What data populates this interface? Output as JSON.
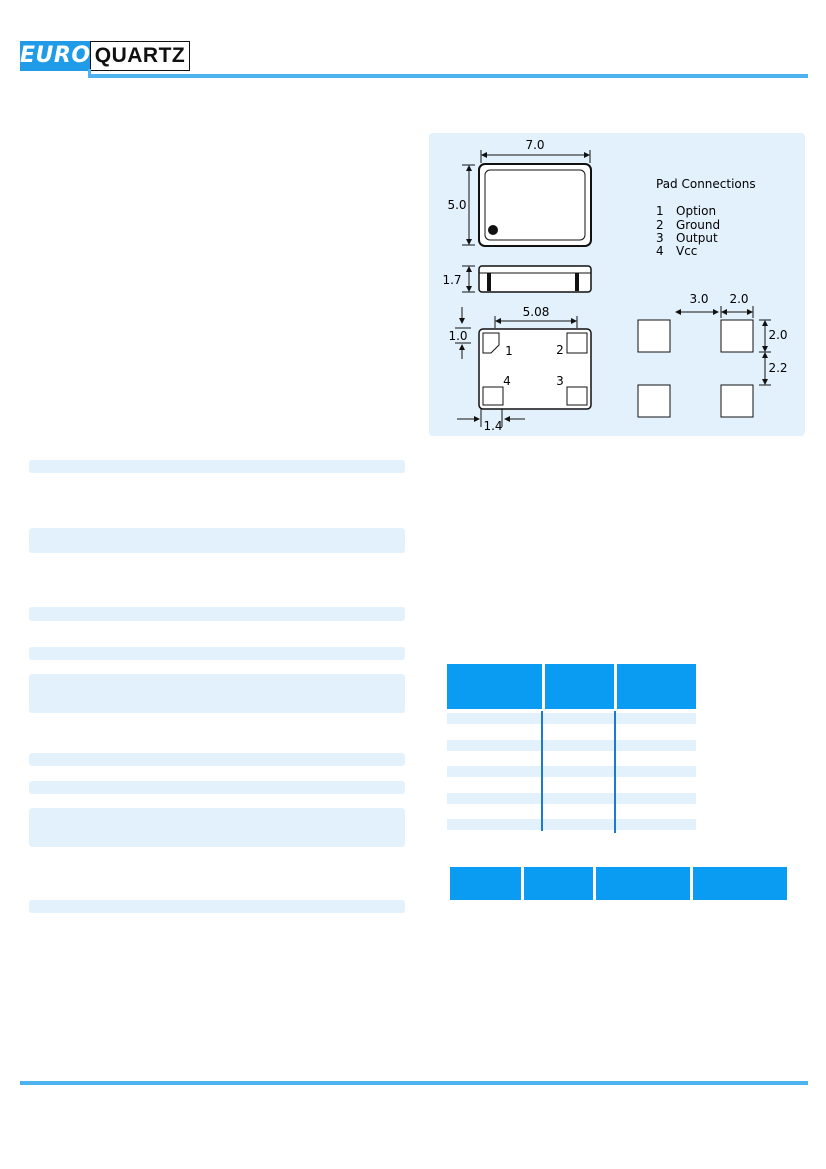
{
  "brand": {
    "part1": "EURO",
    "part2": "QUARTZ"
  },
  "diagram": {
    "dim_width": "7.0",
    "dim_height": "5.0",
    "dim_thickness": "1.7",
    "dim_pad_pitch": "5.08",
    "dim_pad_offset": "1.0",
    "dim_pad_width": "1.4",
    "pad_numbers": [
      "1",
      "2",
      "4",
      "3"
    ],
    "pad_connections": {
      "title": "Pad Connections",
      "items": [
        {
          "num": "1",
          "label": "Option"
        },
        {
          "num": "2",
          "label": "Ground"
        },
        {
          "num": "3",
          "label": "Output"
        },
        {
          "num": "4",
          "label": "Vcc"
        }
      ]
    },
    "land_gap": "3.0",
    "land_size": "2.0",
    "land_height": "2.0",
    "land_vgap": "2.2"
  },
  "colors": {
    "brand_blue": "#1f9be8",
    "rule_blue": "#4db2ee",
    "table_header": "#0a9bf2",
    "light_panel": "#e3f1fd"
  }
}
